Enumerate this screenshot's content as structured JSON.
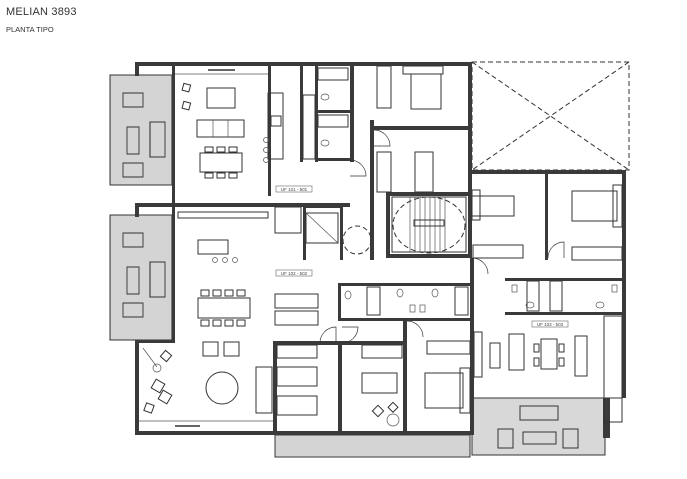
{
  "header": {
    "title": "MELIAN 3893",
    "subtitle": "PLANTA TIPO"
  },
  "units": [
    {
      "label": "UF 101 - 501"
    },
    {
      "label": "UF 102 - 502"
    },
    {
      "label": "UF 103 - 503"
    }
  ],
  "colors": {
    "wall": "#3a3a3a",
    "balcony": "#d4d4d4",
    "background": "#ffffff"
  }
}
